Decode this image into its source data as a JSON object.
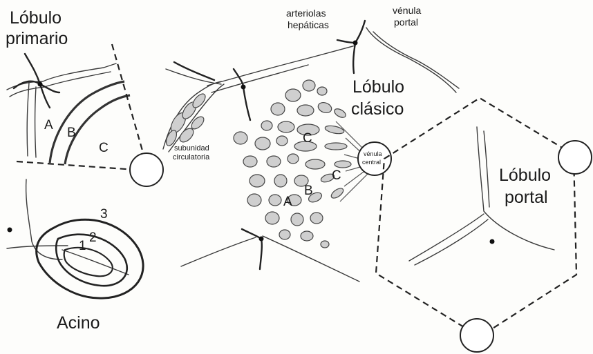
{
  "labels": {
    "lobulo_primario": [
      "Lóbulo",
      "primario"
    ],
    "zone_a": "A",
    "zone_b": "B",
    "zone_c": "C",
    "acino": "Acino",
    "acino_zone_1": "1",
    "acino_zone_2": "2",
    "acino_zone_3": "3",
    "subunidad_circulatoria": [
      "subunidad",
      "circulatoria"
    ],
    "arteriolas_hepaticas": [
      "arteriolas",
      "hepáticas"
    ],
    "venula_portal": [
      "vénula",
      "portal"
    ],
    "lobulo_clasico": [
      "Lóbulo",
      "clásico"
    ],
    "venula_central": [
      "vénula",
      "central"
    ],
    "lobulo_portal": [
      "Lóbulo",
      "portal"
    ]
  }
}
